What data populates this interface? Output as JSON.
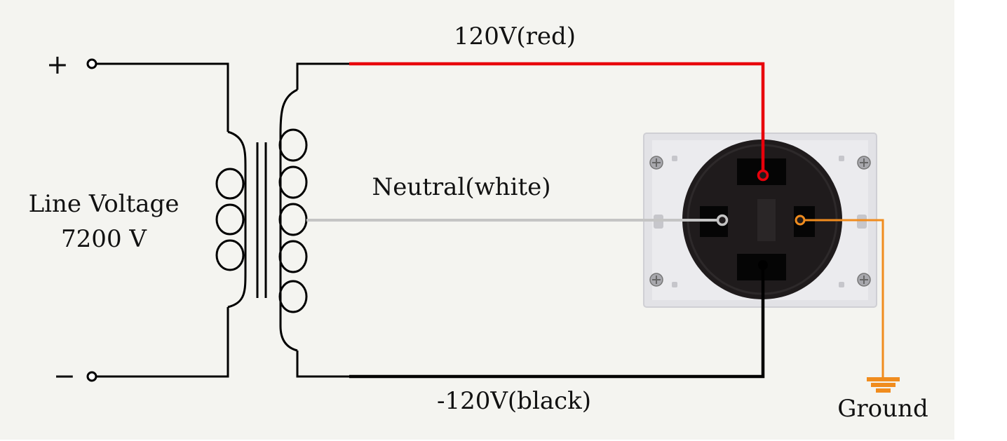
{
  "labels": {
    "plus": "+",
    "minus": "−",
    "line_voltage": "Line Voltage",
    "voltage_value": "7200 V",
    "hot_red": "120V(red)",
    "neutral": "Neutral(white)",
    "hot_black": "-120V(black)",
    "ground": "Ground"
  },
  "colors": {
    "background": "#f4f4f0",
    "red_wire": "#e8000b",
    "neutral_wire": "#c4c4c4",
    "black_wire": "#000000",
    "ground_wire": "#f08c1e",
    "receptacle_body": "#1f1b1c",
    "mounting_plate": "#e2e2e6"
  },
  "icons": {
    "transformer": "step-down-transformer-symbol",
    "receptacle": "four-prong-240v-receptacle",
    "ground": "ground-symbol"
  }
}
